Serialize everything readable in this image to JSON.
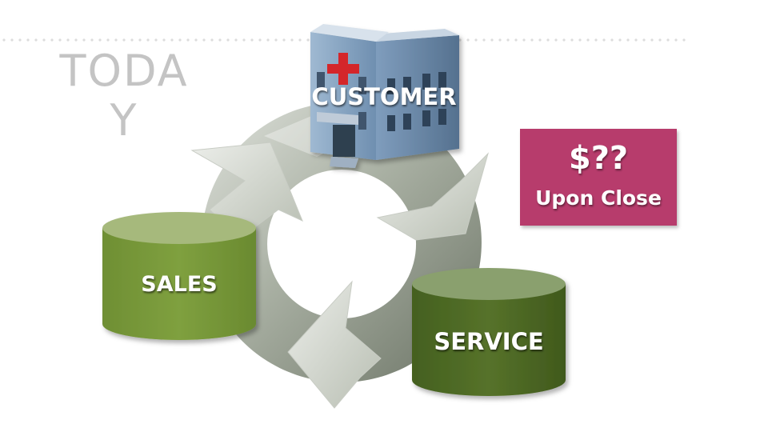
{
  "slide": {
    "title_line1": "TODA",
    "title_line2": "Y"
  },
  "diagram": {
    "nodes": [
      {
        "label": "CUSTOMER",
        "icon": "hospital-building-icon"
      },
      {
        "label": "SALES",
        "icon": "cylinder-icon",
        "color": "#7a9a3c"
      },
      {
        "label": "SERVICE",
        "icon": "cylinder-icon",
        "color": "#4f6a26"
      }
    ],
    "cycle_icon": "circular-arrows-icon",
    "callout": {
      "amount": "$??",
      "note": "Upon Close",
      "color": "#b73c6c"
    }
  }
}
